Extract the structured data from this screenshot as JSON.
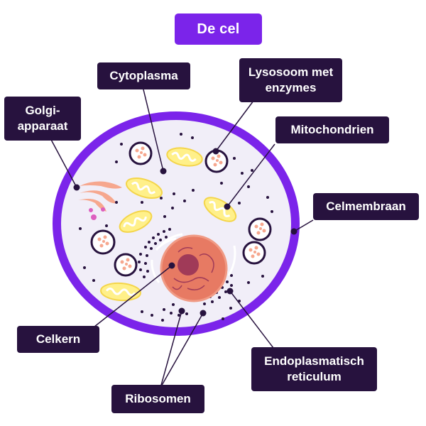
{
  "title": "De cel",
  "labels": {
    "cytoplasma": "Cytoplasma",
    "lysosoom": "Lysosoom met enzymes",
    "golgi": "Golgi- apparaat",
    "mitochondrien": "Mitochondrien",
    "celmembraan": "Celmembraan",
    "celkern": "Celkern",
    "endoplasmatisch": "Endoplasmatisch reticulum",
    "ribosomen": "Ribosomen"
  },
  "colors": {
    "title_bg": "#7b24ea",
    "label_bg": "#27123e",
    "membrane": "#7b24ea",
    "cytoplasm": "#f1eef8",
    "mitochondria": "#fff08a",
    "lysosome_ring": "#27123e",
    "nucleus": "#e77a63",
    "nucleolus": "#a03a58",
    "golgi": "#f6a78e"
  }
}
